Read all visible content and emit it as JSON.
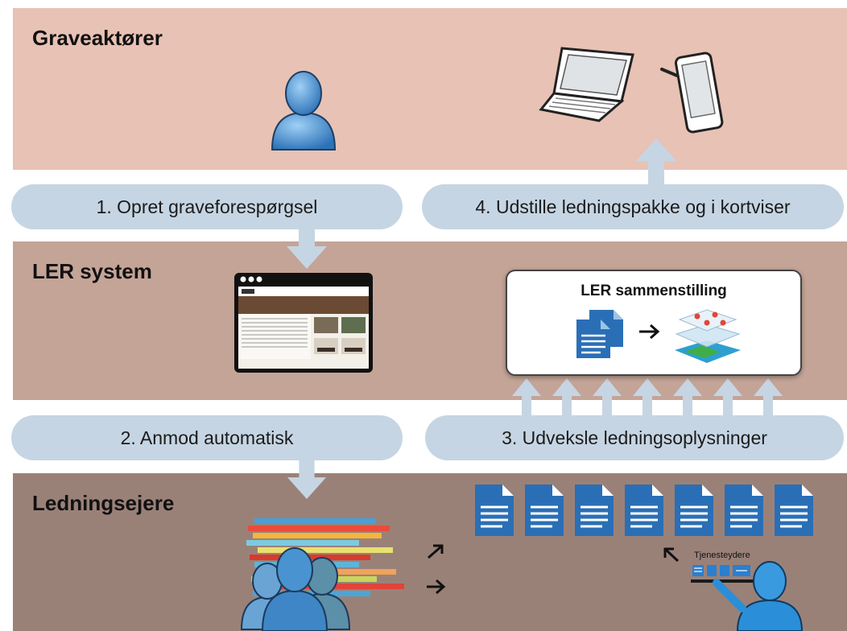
{
  "bands": {
    "graveaktorer": "Graveaktører",
    "ler_system": "LER system",
    "ledningsejere": "Ledningsejere"
  },
  "steps": {
    "step1": "1. Opret graveforespørgsel",
    "step2": "2. Anmod automatisk",
    "step3": "3. Udveksle ledningsoplysninger",
    "step4": "4. Udstille ledningspakke og i kortviser"
  },
  "ler_box": {
    "title": "LER sammenstilling"
  },
  "service_provider": {
    "label": "Tjenesteydere"
  },
  "colors": {
    "band_top": "#e8c2b5",
    "band_middle": "#c4a497",
    "band_bottom": "#9a8178",
    "pill": "#c6d5e3",
    "doc_blue": "#2a6fb6"
  },
  "icons": {
    "person": "person-icon",
    "laptop": "laptop-icon",
    "tablet": "tablet-icon",
    "browser": "browser-window-icon",
    "document": "document-icon",
    "layers": "map-layers-icon",
    "people_group": "people-group-icon",
    "presenter": "presenter-icon"
  }
}
